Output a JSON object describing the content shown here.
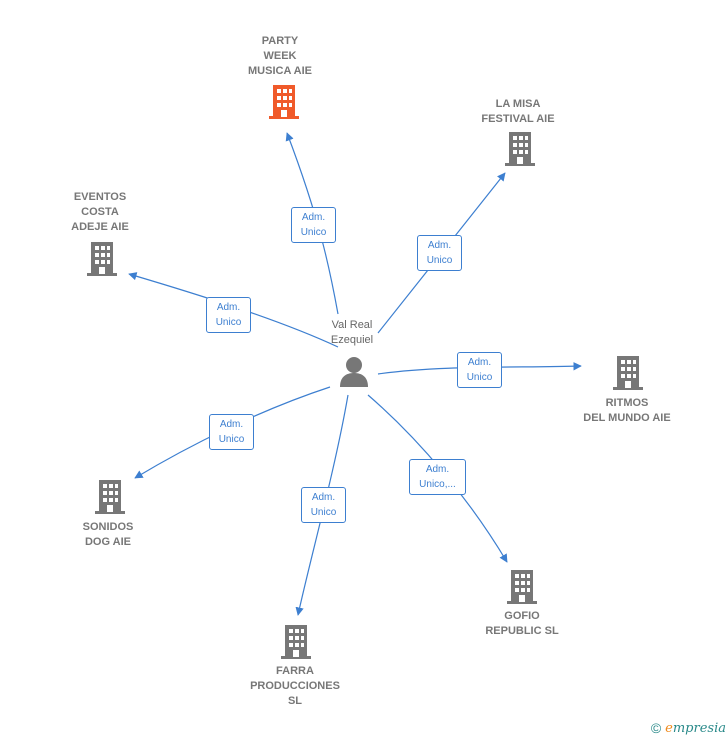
{
  "center": {
    "name": "Val Real\nEzequiel"
  },
  "companies": [
    {
      "id": "party",
      "name": "PARTY\nWEEK\nMUSICA AIE",
      "highlight": true
    },
    {
      "id": "lamisa",
      "name": "LA MISA\nFESTIVAL AIE",
      "highlight": false
    },
    {
      "id": "eventos",
      "name": "EVENTOS\nCOSTA\nADEJE AIE",
      "highlight": false
    },
    {
      "id": "ritmos",
      "name": "RITMOS\nDEL MUNDO AIE",
      "highlight": false
    },
    {
      "id": "sonidos",
      "name": "SONIDOS\nDOG AIE",
      "highlight": false
    },
    {
      "id": "gofio",
      "name": "GOFIO\nREPUBLIC SL",
      "highlight": false
    },
    {
      "id": "farra",
      "name": "FARRA\nPRODUCCIONES\nSL",
      "highlight": false
    }
  ],
  "edges": [
    {
      "to": "party",
      "label": "Adm.\nUnico"
    },
    {
      "to": "lamisa",
      "label": "Adm.\nUnico"
    },
    {
      "to": "eventos",
      "label": "Adm.\nUnico"
    },
    {
      "to": "ritmos",
      "label": "Adm.\nUnico"
    },
    {
      "to": "sonidos",
      "label": "Adm.\nUnico"
    },
    {
      "to": "gofio",
      "label": "Adm.\nUnico,..."
    },
    {
      "to": "farra",
      "label": "Adm.\nUnico"
    }
  ],
  "colors": {
    "edge": "#3d7fd0",
    "building": "#777777",
    "highlight": "#f05a2a"
  },
  "footer": {
    "copyright": "©",
    "brand_initial": "e",
    "brand_rest": "mpresia"
  }
}
